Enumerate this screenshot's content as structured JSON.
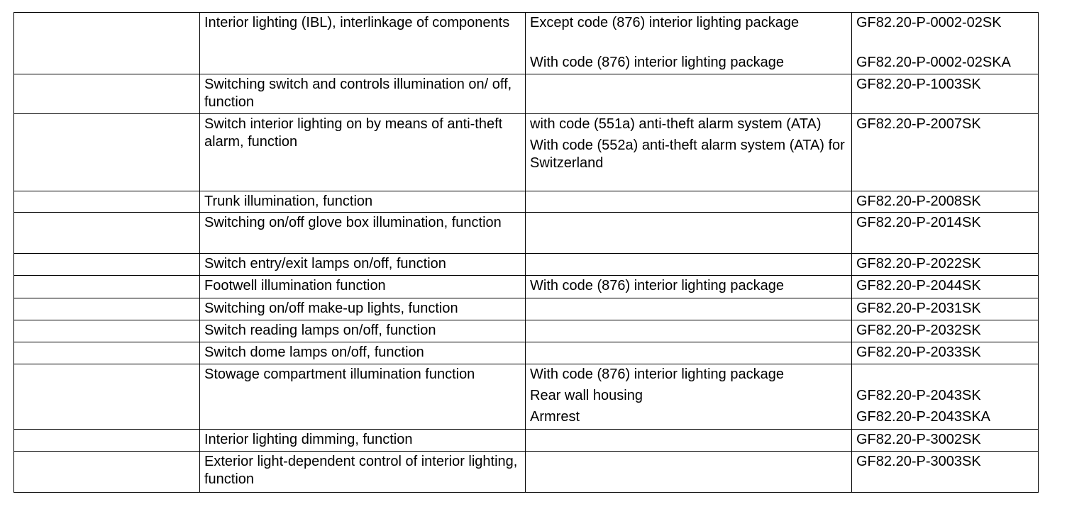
{
  "rows": [
    {
      "function": "Interior lighting (IBL), interlinkage of components",
      "conditions": [
        "Except code (876) interior lighting package",
        "With code (876) interior lighting package"
      ],
      "documents": [
        "GF82.20-P-0002-02SK",
        "GF82.20-P-0002-02SKA"
      ]
    },
    {
      "function": "Switching switch and controls illumination on/ off, function",
      "conditions": [],
      "documents": [
        "GF82.20-P-1003SK"
      ]
    },
    {
      "function": "Switch interior lighting on by means of anti-theft alarm, function",
      "conditions": [
        "with code (551a) anti-theft alarm system (ATA)",
        "With code (552a) anti-theft alarm system (ATA) for Switzerland"
      ],
      "documents": [
        "GF82.20-P-2007SK"
      ]
    },
    {
      "function": "Trunk illumination, function",
      "conditions": [],
      "documents": [
        "GF82.20-P-2008SK"
      ]
    },
    {
      "function": "Switching on/off glove box illumination, function",
      "conditions": [],
      "documents": [
        "GF82.20-P-2014SK"
      ]
    },
    {
      "function": "Switch entry/exit lamps on/off, function",
      "conditions": [],
      "documents": [
        "GF82.20-P-2022SK"
      ]
    },
    {
      "function": "Footwell illumination function",
      "conditions": [
        "With code (876) interior lighting package"
      ],
      "documents": [
        "GF82.20-P-2044SK"
      ]
    },
    {
      "function": "Switching on/off make-up lights, function",
      "conditions": [],
      "documents": [
        "GF82.20-P-2031SK"
      ]
    },
    {
      "function": "Switch reading lamps on/off, function",
      "conditions": [],
      "documents": [
        "GF82.20-P-2032SK"
      ]
    },
    {
      "function": "Switch dome lamps on/off, function",
      "conditions": [],
      "documents": [
        "GF82.20-P-2033SK"
      ]
    },
    {
      "function": "Stowage compartment illumination function",
      "conditions": [
        "With code (876) interior lighting package",
        "Rear wall housing",
        "Armrest"
      ],
      "documents": [
        "",
        "GF82.20-P-2043SK",
        "GF82.20-P-2043SKA"
      ]
    },
    {
      "function": "Interior lighting dimming, function",
      "conditions": [],
      "documents": [
        "GF82.20-P-3002SK"
      ]
    },
    {
      "function": "Exterior light-dependent control of interior lighting, function",
      "conditions": [],
      "documents": [
        "GF82.20-P-3003SK"
      ]
    }
  ]
}
